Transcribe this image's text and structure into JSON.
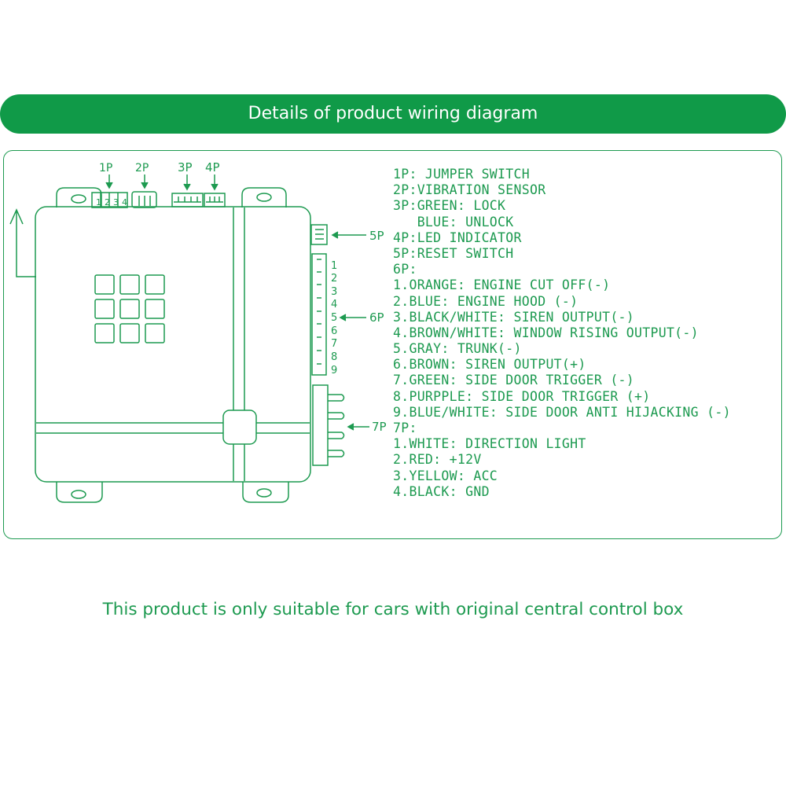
{
  "header": {
    "title": "Details of product wiring diagram"
  },
  "connector_labels": {
    "p1": "1P",
    "p2": "2P",
    "p3": "3P",
    "p4": "4P",
    "p5": "5P",
    "p6": "6P",
    "p7": "7P",
    "switch_digits": [
      "1",
      "2",
      "3",
      "4"
    ]
  },
  "pin_numbers_6p": [
    "1",
    "2",
    "3",
    "4",
    "5",
    "6",
    "7",
    "8",
    "9"
  ],
  "legend": [
    "1P: JUMPER SWITCH",
    "2P:VIBRATION SENSOR",
    "3P:GREEN: LOCK",
    "   BLUE: UNLOCK",
    "4P:LED INDICATOR",
    "5P:RESET SWITCH",
    "6P:",
    "1.ORANGE: ENGINE CUT OFF(-)",
    "2.BLUE: ENGINE HOOD (-)",
    "3.BLACK/WHITE: SIREN OUTPUT(-)",
    "4.BROWN/WHITE: WINDOW RISING OUTPUT(-)",
    "5.GRAY: TRUNK(-)",
    "6.BROWN: SIREN OUTPUT(+)",
    "7.GREEN: SIDE DOOR TRIGGER (-)",
    "8.PURPPLE: SIDE DOOR TRIGGER (+)",
    "9.BLUE/WHITE: SIDE DOOR ANTI HIJACKING (-)",
    "7P:",
    "1.WHITE: DIRECTION LIGHT",
    "2.RED: +12V",
    "3.YELLOW: ACC",
    "4.BLACK: GND"
  ],
  "footer": {
    "note": "This product is only suitable for cars with original central control box"
  },
  "colors": {
    "brand_green": "#109a48",
    "line_green": "#1d9a50",
    "background": "#ffffff"
  }
}
